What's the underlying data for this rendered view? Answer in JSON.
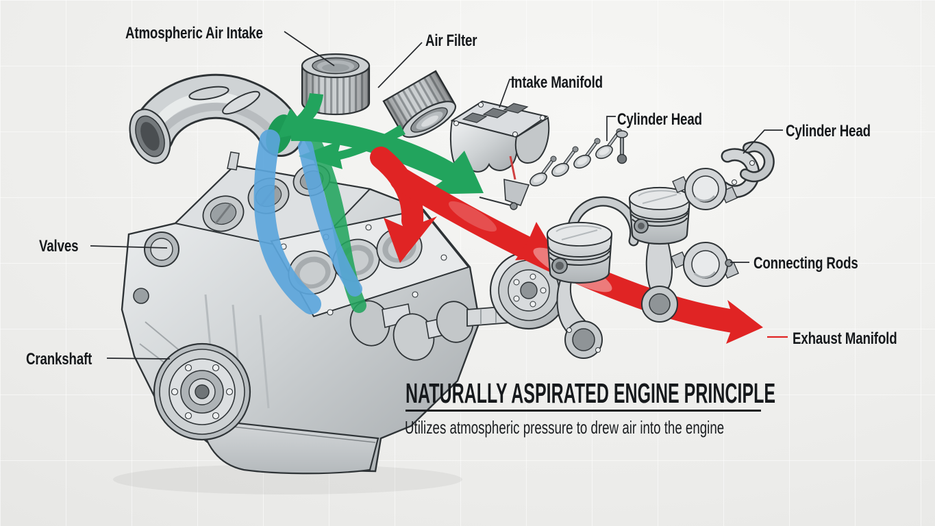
{
  "diagram": {
    "title": "NATURALLY ASPIRATED ENGINE PRINCIPLE",
    "subtitle": "Utilizes atmospheric pressure to drew air into the engine",
    "labels": {
      "atmospheric_air_intake": "Atmospheric Air Intake",
      "air_filter": "Air Filter",
      "intake_manifold": "Intake Manifold",
      "cylinder_head_top": "Cylinder Head",
      "cylinder_head_right": "Cylinder Head",
      "connecting_rods": "Connecting Rods",
      "exhaust_manifold": "Exhaust Manifold",
      "valves": "Valves",
      "crankshaft": "Crankshaft"
    },
    "colors": {
      "intake_flow": "#22A45D",
      "air_stream": "#5BA5DB",
      "exhaust_flow": "#E02424",
      "label_text": "#15181b",
      "background": "#ECECEA"
    }
  }
}
